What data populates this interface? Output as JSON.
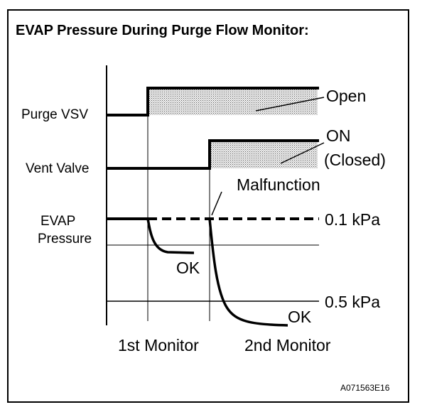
{
  "title": "EVAP Pressure During Purge Flow Monitor:",
  "signals": {
    "purge_vsv": "Purge VSV",
    "vent_valve": "Vent Valve",
    "evap_pressure_line1": "EVAP",
    "evap_pressure_line2": "Pressure"
  },
  "states": {
    "open": "Open",
    "on": "ON",
    "closed": "(Closed)"
  },
  "annotations": {
    "malfunction": "Malfunction",
    "ok_first": "OK",
    "ok_second": "OK"
  },
  "pressure_levels": {
    "upper": "0.1 kPa",
    "lower": "0.5 kPa"
  },
  "phases": {
    "first": "1st Monitor",
    "second": "2nd Monitor"
  },
  "figure_code": "A071563E16",
  "colors": {
    "line": "#000000",
    "hatch": "#d9d9d9"
  }
}
